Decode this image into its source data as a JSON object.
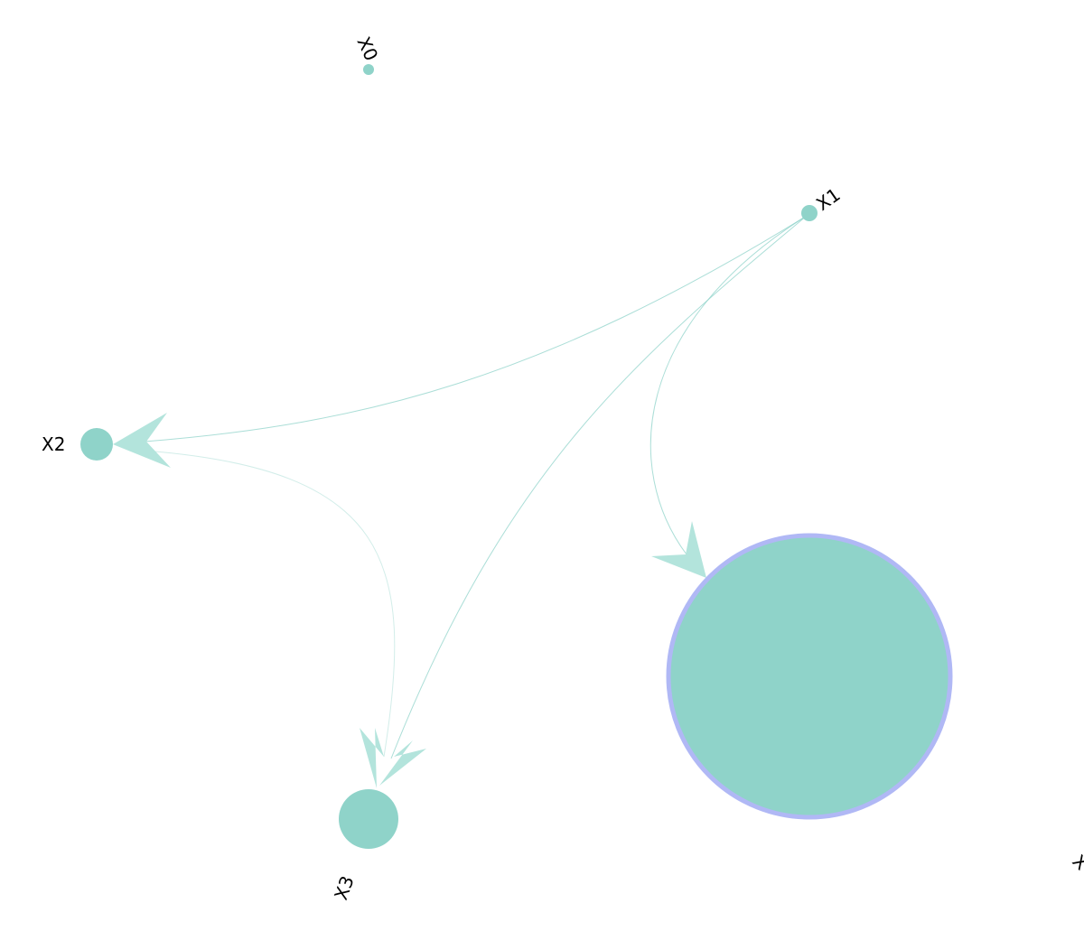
{
  "graph": {
    "colors": {
      "node_fill": "#8fd3c9",
      "edge": "#8fd3c9",
      "arrow": "#b3e4dc",
      "highlight_ring": "#b0b8f5",
      "label": "#000000"
    },
    "nodes": [
      {
        "id": "n0",
        "label": "X0",
        "size": 1
      },
      {
        "id": "n1",
        "label": "X1",
        "size": 1.5
      },
      {
        "id": "n2",
        "label": "X2",
        "size": 3.2
      },
      {
        "id": "n3",
        "label": "X3",
        "size": 5.8
      },
      {
        "id": "n4",
        "label": "",
        "size": 27,
        "highlighted": true
      },
      {
        "id": "n5",
        "label": "X",
        "size": 0
      }
    ],
    "edges": [
      {
        "from": "X1",
        "to": "X2"
      },
      {
        "from": "X1",
        "to": "X3"
      },
      {
        "from": "X1",
        "to": "n4"
      },
      {
        "from": "X2",
        "to": "X3"
      }
    ]
  }
}
